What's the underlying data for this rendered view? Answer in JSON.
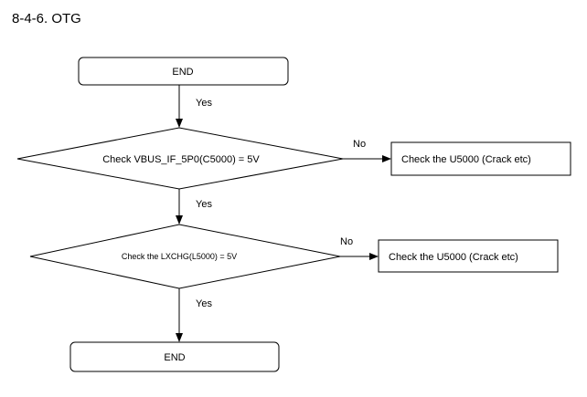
{
  "section_title": "8-4-6. OTG",
  "flow": {
    "start_label": "END",
    "decision1": "Check VBUS_IF_5P0(C5000) = 5V",
    "decision1_yes": "Yes",
    "decision1_no": "No",
    "result1": "Check the U5000 (Crack etc)",
    "decision2": "Check the LXCHG(L5000) = 5V",
    "decision2_yes": "Yes",
    "decision2_no": "No",
    "result2": "Check the U5000 (Crack etc)",
    "end_label": "END",
    "start_yes": "Yes"
  }
}
